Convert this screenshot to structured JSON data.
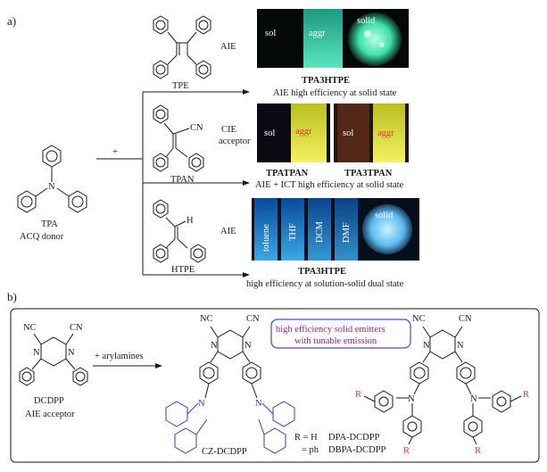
{
  "part_a": {
    "label": "a)",
    "plus": "+",
    "donor": {
      "name": "TPA",
      "desc": "ACQ donor"
    },
    "rows": [
      {
        "mol_name": "TPE",
        "tag": "AIE",
        "compound": "TPA3HTPE",
        "desc": "AIE  high efficiency at solid state",
        "photo": {
          "labels": [
            "sol",
            "aggr",
            "solid"
          ]
        }
      },
      {
        "mol_name": "TPAN",
        "tag": "CIE\nacceptor",
        "group": "CN",
        "compounds": [
          "TPATPAN",
          "TPA3TPAN"
        ],
        "desc": "AIE + ICT  high efficiency at solid state",
        "photo": {
          "labels_left": [
            "sol",
            "aggr"
          ],
          "labels_right": [
            "sol",
            "aggr"
          ]
        }
      },
      {
        "mol_name": "HTPE",
        "tag": "AIE",
        "group": "H",
        "compound": "TPA3HTPE",
        "desc": "high efficiency at solution-solid dual state",
        "photo": {
          "labels": [
            "toluene",
            "THF",
            "DCM",
            "DMF",
            "solid"
          ]
        }
      }
    ]
  },
  "part_b": {
    "label": "b)",
    "reactant": {
      "name": "DCDPP",
      "desc": "AIE acceptor",
      "groups": [
        "NC",
        "CN",
        "N",
        "N"
      ]
    },
    "reagent": "+ arylamines",
    "note_line1": "high efficiency solid emitters",
    "note_line2": "with tunable emission",
    "product1": {
      "name": "CZ-DCDPP",
      "groups": [
        "NC",
        "CN",
        "N",
        "N",
        "N",
        "N"
      ]
    },
    "product2": {
      "groups": [
        "NC",
        "CN",
        "N",
        "N",
        "N",
        "N",
        "R",
        "R",
        "R",
        "R"
      ]
    },
    "r_defs": [
      {
        "prefix": "R = H",
        "name": "DPA-DCDPP"
      },
      {
        "prefix": "= ph",
        "name": "DBPA-DCDPP"
      }
    ]
  },
  "colors": {
    "blue_outline": "#4a4ad0",
    "red_text": "#e03a2a",
    "purple_text": "#8a2a8a"
  }
}
